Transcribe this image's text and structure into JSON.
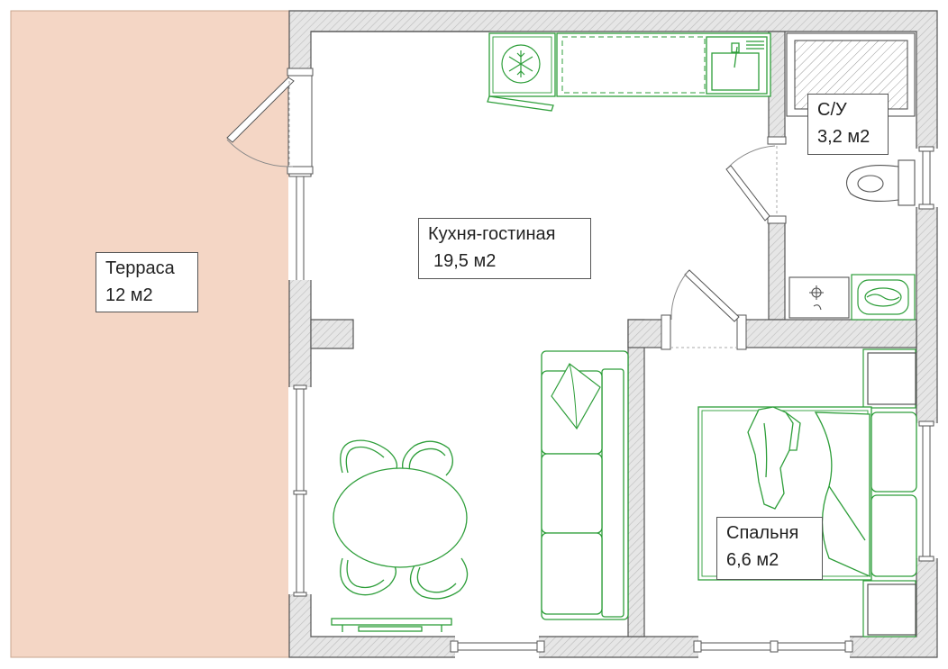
{
  "rooms": {
    "terrace": {
      "name": "Терраса",
      "area": "12 м2"
    },
    "kitchen": {
      "name": "Кухня-гостиная",
      "area": "19,5 м2"
    },
    "bathroom": {
      "name": "С/У",
      "area": "3,2 м2"
    },
    "bedroom": {
      "name": "Спальня",
      "area": "6,6 м2"
    }
  },
  "colors": {
    "terrace_fill": "#f4d6c5",
    "wall_fill": "#e4e4e4",
    "wall_stroke": "#555555",
    "furniture": "#2e9e3a"
  }
}
